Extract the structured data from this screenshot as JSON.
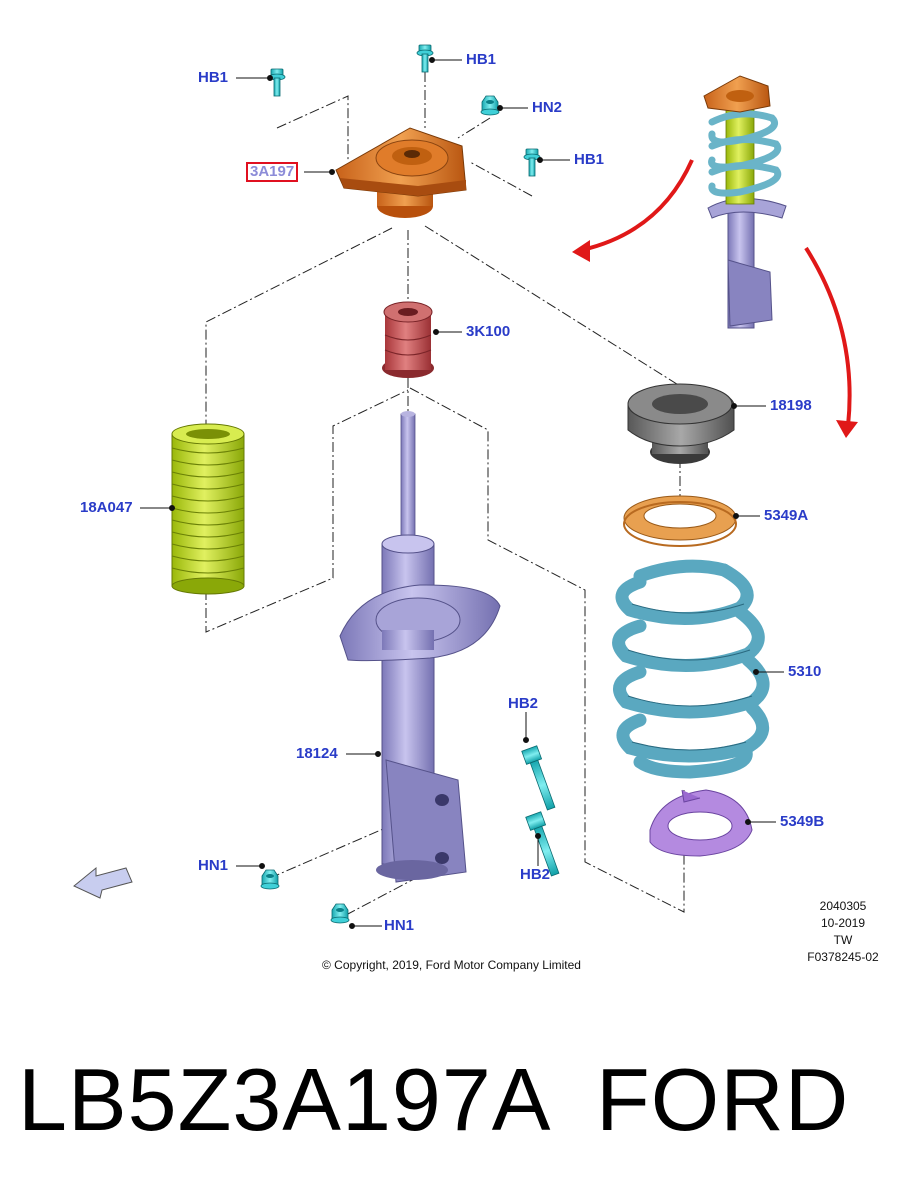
{
  "diagram": {
    "callouts": {
      "hb1_top_left": "HB1",
      "hb1_top_center": "HB1",
      "hn2": "HN2",
      "hb1_right": "HB1",
      "mount": "3A197",
      "bumper": "3K100",
      "boot": "18A047",
      "seat": "18198",
      "insulator_upper": "5349A",
      "spring": "5310",
      "strut": "18124",
      "hb2_upper": "HB2",
      "hb2_lower": "HB2",
      "hn1_left": "HN1",
      "hn1_bottom": "HN1",
      "insulator_lower": "5349B"
    },
    "meta": {
      "code": "2040305",
      "date": "10-2019",
      "region": "TW",
      "ref": "F0378245-02"
    },
    "copyright": "© Copyright, 2019, Ford Motor Company Limited",
    "highlight_color": "#e01020",
    "label_color": "#2a3cc8",
    "icons": [
      "bolt-icon",
      "nut-icon",
      "direction-arrow-icon"
    ]
  },
  "caption": {
    "part_number": "LB5Z3A197A",
    "brand": "FORD"
  }
}
